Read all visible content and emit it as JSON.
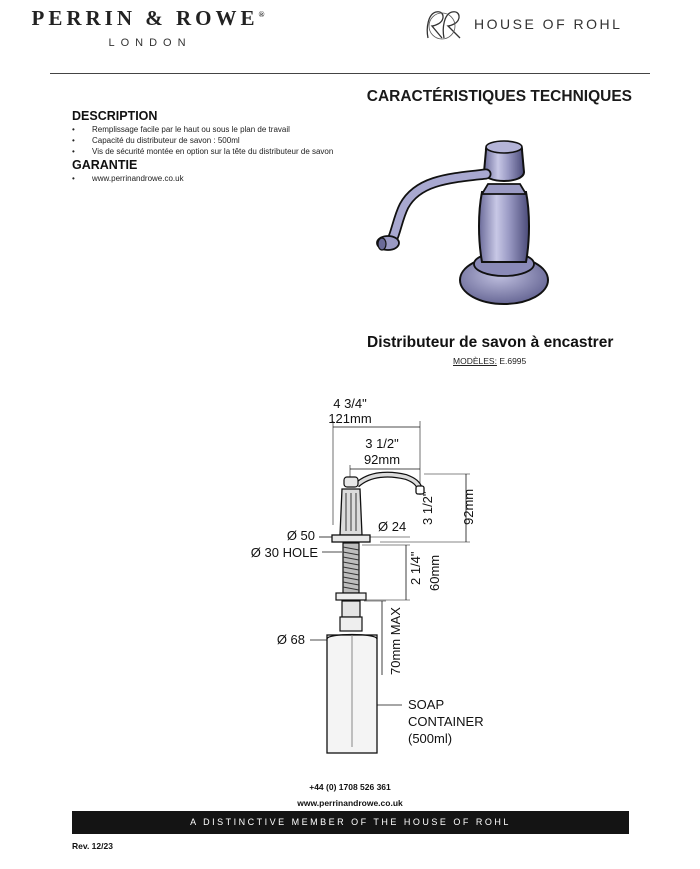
{
  "header": {
    "brand_name": "PERRIN & ROWE",
    "brand_mark": "®",
    "brand_location": "LONDON",
    "partner_monogram": "RR",
    "partner_name": "HOUSE OF ROHL"
  },
  "title": "CARACTÉRISTIQUES TECHNIQUES",
  "description": {
    "heading": "DESCRIPTION",
    "items": [
      "Remplissage facile par le haut ou sous le plan de travail",
      "Capacité du distributeur de savon : 500ml",
      "Vis de sécurité montée en option sur la tête du distributeur de savon"
    ]
  },
  "warranty": {
    "heading": "GARANTIE",
    "items": [
      "www.perrinandrowe.co.uk"
    ]
  },
  "product": {
    "name": "Distributeur de savon à encastrer",
    "models_label": "MODÈLES:",
    "models_value": "E.6995"
  },
  "diagram": {
    "width_in": "4 3/4\"",
    "width_mm": "121mm",
    "reach_in": "3 1/2\"",
    "reach_mm": "92mm",
    "height_in": "3 1/2\"",
    "height_mm": "92mm",
    "base_dia": "Ø 50",
    "stem_dia": "Ø 24",
    "hole": "Ø 30 HOLE",
    "shank_in": "2 1/4\"",
    "shank_mm": "60mm",
    "bottle_dia": "Ø 68",
    "max_label": "70mm MAX",
    "container_1": "SOAP",
    "container_2": "CONTAINER",
    "container_3": "(500ml)"
  },
  "footer": {
    "phone": "+44 (0) 1708 526 361",
    "website": "www.perrinandrowe.co.uk",
    "tagline": "A DISTINCTIVE MEMBER OF THE HOUSE OF ROHL",
    "revision": "Rev. 12/23"
  }
}
